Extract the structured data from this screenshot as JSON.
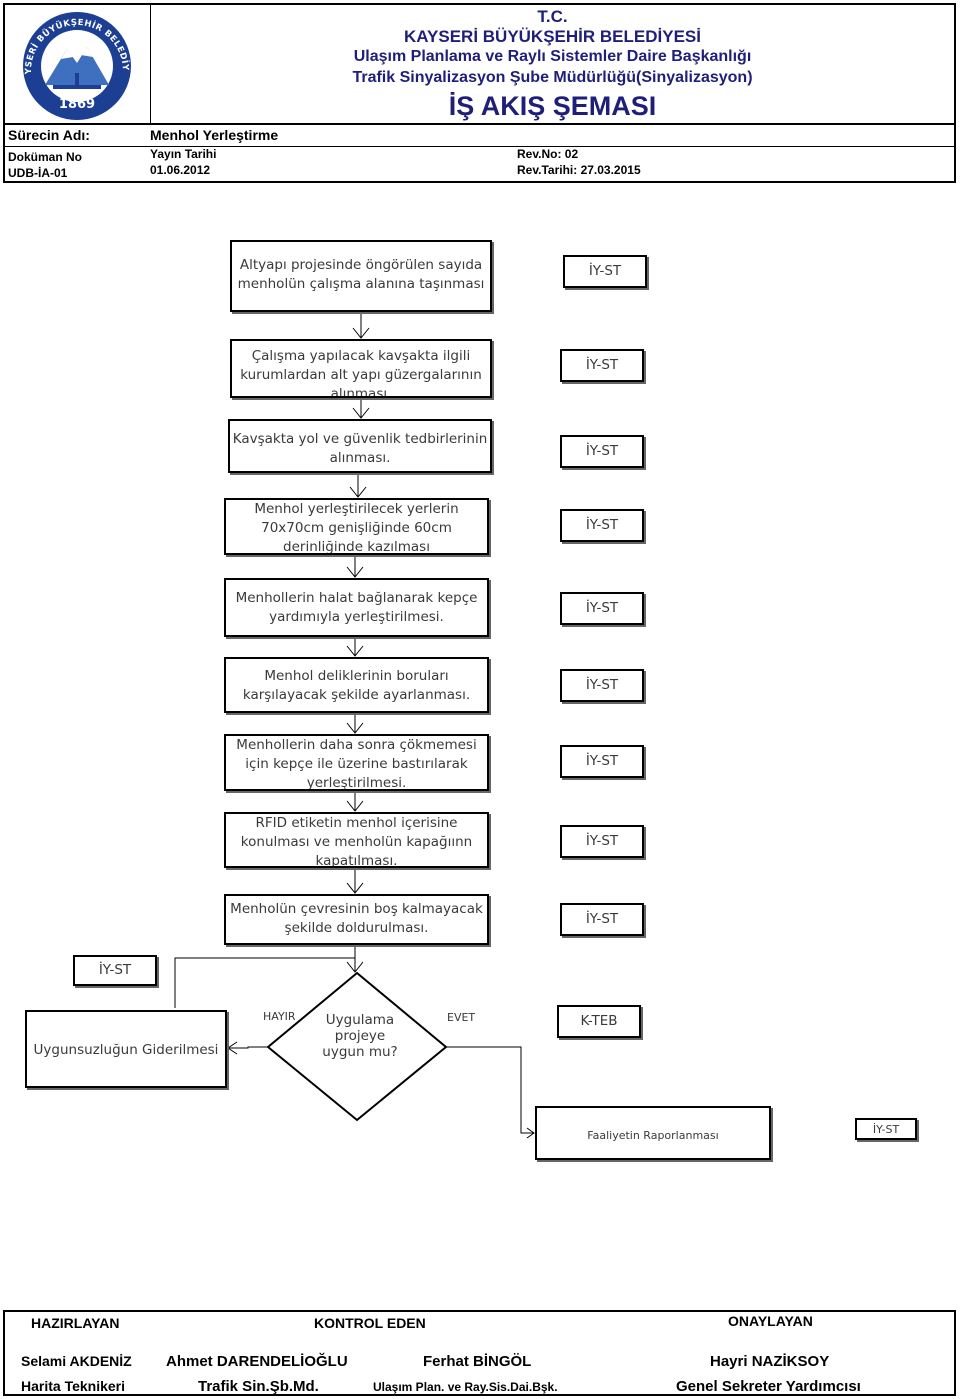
{
  "header": {
    "logo_text": "KAYSERİ BÜYÜKŞEHİR BELEDİYESİ 1869",
    "title_line1": "T.C.",
    "title_line2": "KAYSERİ BÜYÜKŞEHİR BELEDİYESİ",
    "title_line3": "Ulaşım Planlama ve Raylı Sistemler Daire Başkanlığı",
    "title_line4": "Trafik Sinyalizasyon Şube Müdürlüğü(Sinyalizasyon)",
    "title_main": "İŞ AKIŞ ŞEMASI",
    "process_label": "Sürecin Adı:",
    "process_value": "Menhol Yerleştirme",
    "doc_label": "Doküman No",
    "doc_value": "UDB-İA-01",
    "pub_label": "Yayın Tarihi",
    "pub_value": "01.06.2012",
    "rev_no": "Rev.No: 02",
    "rev_date": "Rev.Tarihi: 27.03.2015"
  },
  "flow": {
    "steps": [
      {
        "text": "Altyapı projesinde öngörülen sayıda menholün çalışma alanına taşınması",
        "role": "İY-ST"
      },
      {
        "text": "Çalışma yapılacak kavşakta ilgili kurumlardan alt yapı güzergalarının alınması.",
        "role": "İY-ST"
      },
      {
        "text": "Kavşakta yol ve güvenlik tedbirlerinin alınması.",
        "role": "İY-ST"
      },
      {
        "text": "Menhol yerleştirilecek yerlerin 70x70cm genişliğinde 60cm derinliğinde kazılması",
        "role": "İY-ST"
      },
      {
        "text": "Menhollerin halat bağlanarak kepçe yardımıyla yerleştirilmesi.",
        "role": "İY-ST"
      },
      {
        "text": "Menhol deliklerinin boruları karşılayacak şekilde ayarlanması.",
        "role": "İY-ST"
      },
      {
        "text": "Menhollerin daha sonra çökmemesi için kepçe ile üzerine bastırılarak yerleştirilmesi.",
        "role": "İY-ST"
      },
      {
        "text": "RFID etiketin menhol içerisine konulması ve menholün kapağıınn kapatılması.",
        "role": "İY-ST"
      },
      {
        "text": "Menholün çevresinin boş kalmayacak şekilde doldurulması.",
        "role": "İY-ST"
      }
    ],
    "decision_text": "Uygulama projeye uygun mu?",
    "decision_role": "K-TEB",
    "no_label": "HAYIR",
    "yes_label": "EVET",
    "nonconformity_text": "Uygunsuzluğun Giderilmesi",
    "nonconformity_role": "İY-ST",
    "report_text": "Faaliyetin Raporlanması",
    "report_role": "İY-ST"
  },
  "footer": {
    "prepared_label": "HAZIRLAYAN",
    "control_label": "KONTROL EDEN",
    "approve_label": "ONAYLAYAN",
    "p1_name": "Selami AKDENİZ",
    "p1_title": "Harita Teknikeri",
    "p2_name": "Ahmet DARENDELİOĞLU",
    "p2_title": "Trafik Sin.Şb.Md.",
    "p3_name": "Ferhat BİNGÖL",
    "p3_title": "Ulaşım Plan. ve Ray.Sis.Dai.Bşk.",
    "p4_name": "Hayri NAZİKSOY",
    "p4_title": "Genel Sekreter Yardımcısı"
  },
  "colors": {
    "header_title": "#1f1f7a",
    "logo_blue": "#1c3f94",
    "box_text": "#3a3a3a"
  }
}
